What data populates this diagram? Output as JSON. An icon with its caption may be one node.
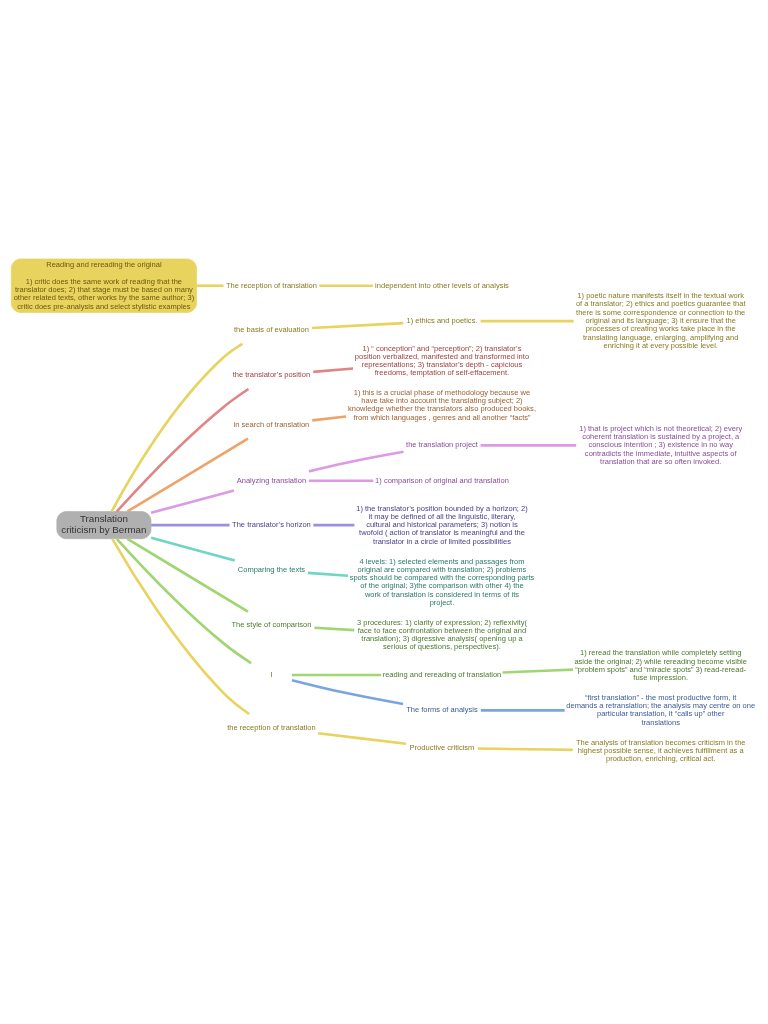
{
  "diagram": {
    "nodes": [
      {
        "text": [
          "Translation criticism by Berman"
        ]
      },
      {
        "text": [
          "the basis of evaluation"
        ]
      },
      {
        "text": [
          "1) ethics and poetics."
        ]
      },
      {
        "text": [
          "1) poetic nature manifests itself in the textual work of a translator; 2) ethics and poetics guarantee that there is some correspondence or connection to the original and its language; 3) it ensure that the processes of creating works take place in the translating language, enlarging, amplifying and enriching it at every possible level."
        ]
      },
      {
        "text": [
          "the translator’s position"
        ]
      },
      {
        "text": [
          "1) “ conception” and “perception”; 2) translator’s position verbalized, manifested and transformed into representations; 3) translator’s depth - capicious freedoms, temptation of self-effacement."
        ]
      },
      {
        "text": [
          "in search of translation"
        ]
      },
      {
        "text": [
          "1) this is a crucial phase of methodology because we have take into account the translating subject; 2) knowledge whether the translators also produced books, from which languages , genres and all another “facts”"
        ]
      },
      {
        "text": [
          "Analyzing translation"
        ]
      },
      {
        "text": [
          "the translation project"
        ]
      },
      {
        "text": [
          "1) that is project which is not theoretical; 2) every coherent translation is sustained by a project, a conscious intention ; 3) existence in no way contradicts the immediate, intuitive aspects of translation that are so often invoked."
        ]
      },
      {
        "text": [
          "1) comparison of original and translation"
        ]
      },
      {
        "text": [
          "The translator’s horizon"
        ]
      },
      {
        "text": [
          "1) the translator’s position bounded by a horizon; 2) it may be defined of all the linguistic, literary, cultural and historical parameters; 3) notion is twofold ( action of translator is meaningful and the translator in a circle of limited possibilities"
        ]
      },
      {
        "text": [
          "Comparing the texts"
        ]
      },
      {
        "text": [
          "4 levels: 1) selected elements and passages from original are compared with translation; 2) problems spots should be compared with the corresponding parts of the original; 3)the comparison with other 4) the work of translation is considered in terms of its project."
        ]
      },
      {
        "text": [
          "The style of comparison"
        ]
      },
      {
        "text": [
          "3 procedures: 1) clarity of expression; 2) reflexivity( face to face confrontation between the original and translation); 3) digressive analysis( opening up a serious of questions, perspectives)."
        ]
      },
      {
        "text": [
          "l"
        ]
      },
      {
        "text": [
          "reading and rereading of translation"
        ]
      },
      {
        "text": [
          "1) reread the translation while completely setting aside the original; 2) while rereading become visible “problem spots” and “miracle spots” 3) read-reread- fuse impression."
        ]
      },
      {
        "text": [
          "The forms of analysis"
        ]
      },
      {
        "text": [
          "“first translation” - the most productive form, it demands a retranslation; the analysis may centre on one particular translation, it “calls up” other translations"
        ]
      },
      {
        "text": [
          "the reception of translation"
        ]
      },
      {
        "text": [
          "Productive criticism"
        ]
      },
      {
        "text": [
          "The analysis of translation becomes criticism in the highest possible sense, it achieves fulfillment as a production, enriching, critical act."
        ]
      },
      {
        "text": [
          "Reading and rereading the original",
          "1) critic does the same work of reading that the translator does; 2) that stage must be based on many other related texts, other works by the same author; 3) critic does pre-analysis and select stylistic examples"
        ]
      },
      {
        "text": [
          "The reception of translation"
        ]
      },
      {
        "text": [
          "independent into other levels of analysis"
        ]
      }
    ],
    "edges": [
      {
        "from": 0,
        "to": 1,
        "arrow": "none",
        "color": "#e8d35f"
      },
      {
        "from": 1,
        "to": 2,
        "arrow": "none",
        "color": "#e8d35f"
      },
      {
        "from": 2,
        "to": 3,
        "arrow": "none",
        "color": "#e8d35f"
      },
      {
        "from": 0,
        "to": 4,
        "arrow": "none",
        "color": "#e08585"
      },
      {
        "from": 4,
        "to": 5,
        "arrow": "none",
        "color": "#e08585"
      },
      {
        "from": 0,
        "to": 6,
        "arrow": "none",
        "color": "#eda36a"
      },
      {
        "from": 6,
        "to": 7,
        "arrow": "none",
        "color": "#eda36a"
      },
      {
        "from": 0,
        "to": 8,
        "arrow": "none",
        "color": "#dd99e6"
      },
      {
        "from": 8,
        "to": 9,
        "arrow": "none",
        "color": "#dd99e6"
      },
      {
        "from": 9,
        "to": 10,
        "arrow": "none",
        "color": "#dd99e6"
      },
      {
        "from": 8,
        "to": 11,
        "arrow": "none",
        "color": "#dd99e6"
      },
      {
        "from": 0,
        "to": 12,
        "arrow": "none",
        "color": "#9b8fe0"
      },
      {
        "from": 12,
        "to": 13,
        "arrow": "none",
        "color": "#9b8fe0"
      },
      {
        "from": 0,
        "to": 14,
        "arrow": "none",
        "color": "#6dd6c4"
      },
      {
        "from": 14,
        "to": 15,
        "arrow": "none",
        "color": "#6dd6c4"
      },
      {
        "from": 0,
        "to": 16,
        "arrow": "none",
        "color": "#a0d672"
      },
      {
        "from": 16,
        "to": 17,
        "arrow": "none",
        "color": "#a0d672"
      },
      {
        "from": 0,
        "to": 18,
        "arrow": "none",
        "color": "#a0d672"
      },
      {
        "from": 18,
        "to": 19,
        "arrow": "none",
        "color": "#a0d672"
      },
      {
        "from": 19,
        "to": 20,
        "arrow": "none",
        "color": "#a0d672"
      },
      {
        "from": 18,
        "to": 21,
        "arrow": "none",
        "color": "#7aa4e0"
      },
      {
        "from": 21,
        "to": 22,
        "arrow": "none",
        "color": "#7aa4e0"
      },
      {
        "from": 0,
        "to": 23,
        "arrow": "none",
        "color": "#e8d35f"
      },
      {
        "from": 23,
        "to": 24,
        "arrow": "none",
        "color": "#e8d35f"
      },
      {
        "from": 24,
        "to": 25,
        "arrow": "none",
        "color": "#e8d35f"
      },
      {
        "from": 26,
        "to": 27,
        "arrow": "none",
        "color": "#e8d35f"
      },
      {
        "from": 27,
        "to": 28,
        "arrow": "none",
        "color": "#e8d35f"
      }
    ]
  }
}
